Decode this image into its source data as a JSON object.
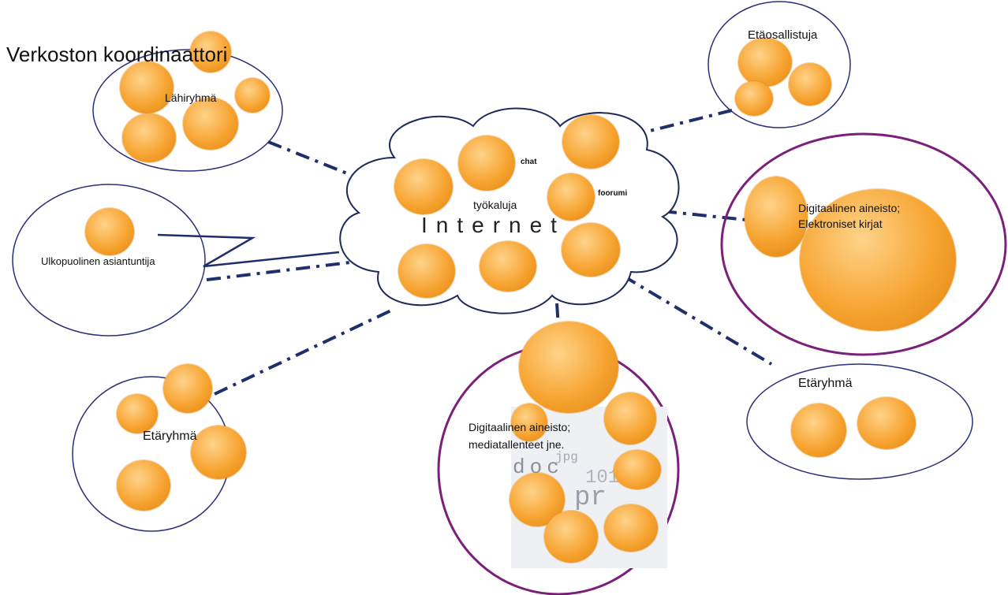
{
  "title": "Verkoston koordinaattori",
  "cloud": {
    "label": "Internet",
    "tools_label": "työkaluja",
    "chat_label": "chat",
    "forum_label": "foorumi"
  },
  "groups": {
    "local_group": "Lähiryhmä",
    "external_expert": "Ulkopuolinen  asiantuntija",
    "remote_group_left": "Etäryhmä",
    "remote_participant": "Etäosallistuja",
    "digital_books_line1": "Digitaalinen aineisto;",
    "digital_books_line2": "Elektroniset kirjat",
    "remote_group_right": "Etäryhmä",
    "digital_media_line1": "Digitaalinen aineisto;",
    "digital_media_line2": "mediatallenteet jne."
  },
  "media_bg_text": [
    "doc",
    "pr",
    "jpg",
    "101"
  ],
  "colors": {
    "line": "#1f2f6b",
    "ellipse_blue": "#2b2f7a",
    "ellipse_purple": "#7b1f7a",
    "icon_orange": "#f7a431",
    "cloud_stroke": "#1f2a5a"
  }
}
